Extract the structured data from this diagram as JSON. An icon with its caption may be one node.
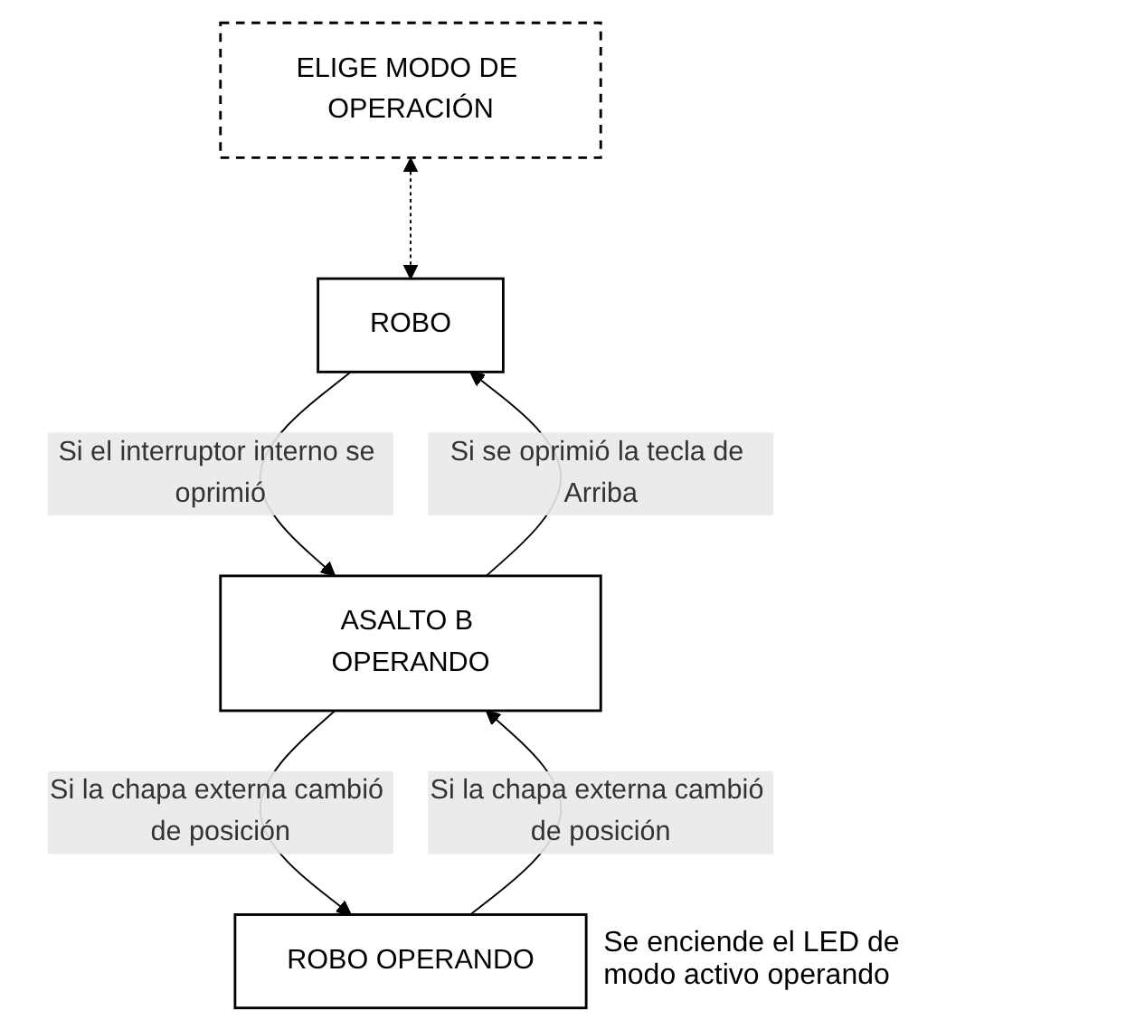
{
  "diagram": {
    "nodes": [
      {
        "text": [
          "ELIGE MODO DE OPERACIÓN"
        ]
      },
      {
        "text": [
          "ROBO"
        ]
      },
      {
        "text": [
          "ASALTO B OPERANDO"
        ]
      },
      {
        "text": [
          "ROBO OPERANDO"
        ],
        "beside": [
          "Se enciende el LED de modo activo operando"
        ]
      }
    ],
    "edges": [
      {
        "from": 0,
        "to": 1,
        "arrow": "both",
        "style": "dashed"
      },
      {
        "from": 1,
        "to": 2,
        "arrow": "to",
        "label": "Si el interruptor interno se oprimió"
      },
      {
        "from": 2,
        "to": 1,
        "arrow": "to",
        "label": "Si se oprimió la tecla de Arriba"
      },
      {
        "from": 2,
        "to": 3,
        "arrow": "to",
        "label": "Si la chapa externa cambió de posición"
      },
      {
        "from": 3,
        "to": 2,
        "arrow": "to",
        "label": "Si la chapa externa cambió de posición"
      }
    ]
  }
}
